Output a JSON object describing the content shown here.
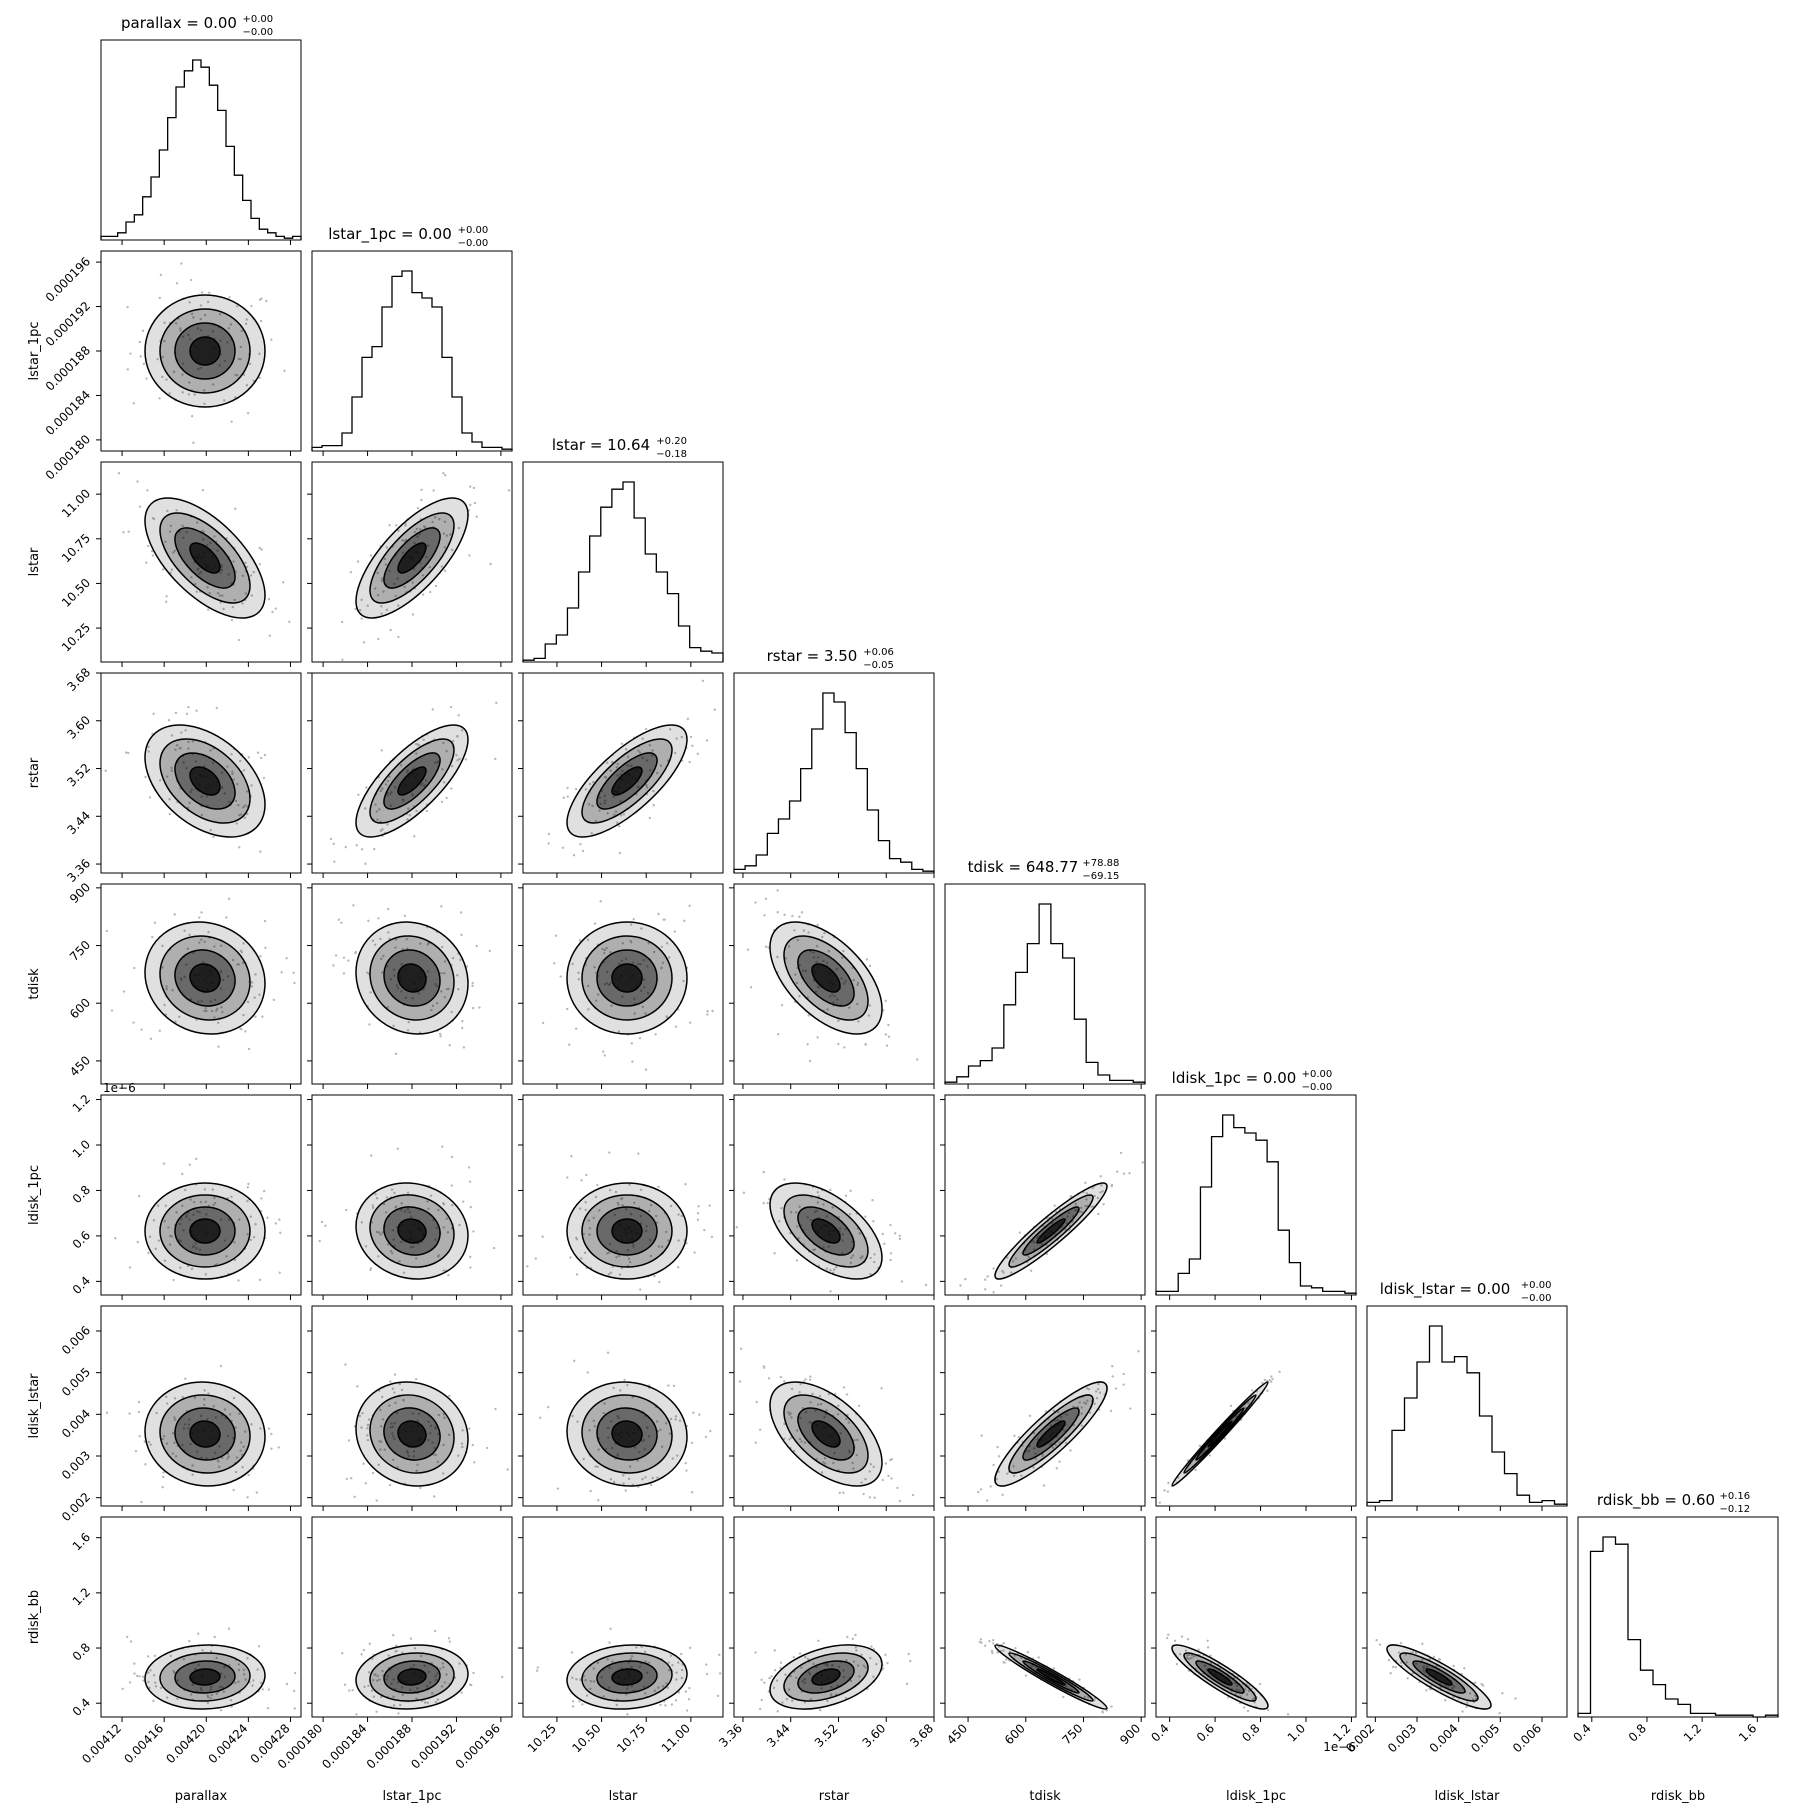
{
  "chart_data": {
    "type": "corner",
    "parameters": [
      "parallax",
      "lstar_1pc",
      "lstar",
      "rstar",
      "tdisk",
      "ldisk_1pc",
      "ldisk_lstar",
      "rdisk_bb"
    ],
    "titles": [
      {
        "name": "parallax",
        "value": "0.00",
        "plus": "+0.00",
        "minus": "−0.00"
      },
      {
        "name": "lstar_1pc",
        "value": "0.00",
        "plus": "+0.00",
        "minus": "−0.00"
      },
      {
        "name": "lstar",
        "value": "10.64",
        "plus": "+0.20",
        "minus": "−0.18"
      },
      {
        "name": "rstar",
        "value": "3.50",
        "plus": "+0.06",
        "minus": "−0.05"
      },
      {
        "name": "tdisk",
        "value": "648.77",
        "plus": "+78.88",
        "minus": "−69.15"
      },
      {
        "name": "ldisk_1pc",
        "value": "0.00",
        "plus": "+0.00",
        "minus": "−0.00"
      },
      {
        "name": "ldisk_lstar",
        "value": "0.00",
        "plus": "+0.00",
        "minus": "−0.00"
      },
      {
        "name": "rdisk_bb",
        "value": "0.60",
        "plus": "+0.16",
        "minus": "−0.12"
      }
    ],
    "axes": [
      {
        "name": "parallax",
        "lim": [
          0.0041,
          0.00429
        ],
        "ticks": [
          0.00412,
          0.00416,
          0.0042,
          0.00424,
          0.00428
        ],
        "tick_labels": [
          "0.00412",
          "0.00416",
          "0.00420",
          "0.00424",
          "0.00428"
        ],
        "offset": ""
      },
      {
        "name": "lstar_1pc",
        "lim": [
          0.000179,
          0.000197
        ],
        "ticks": [
          0.00018,
          0.000184,
          0.000188,
          0.000192,
          0.000196
        ],
        "tick_labels": [
          "0.000180",
          "0.000184",
          "0.000188",
          "0.000192",
          "0.000196"
        ],
        "offset": ""
      },
      {
        "name": "lstar",
        "lim": [
          10.06,
          11.18
        ],
        "ticks": [
          10.25,
          10.5,
          10.75,
          11.0
        ],
        "tick_labels": [
          "10.25",
          "10.50",
          "10.75",
          "11.00"
        ],
        "offset": ""
      },
      {
        "name": "rstar",
        "lim": [
          3.345,
          3.68
        ],
        "ticks": [
          3.36,
          3.44,
          3.52,
          3.6,
          3.68
        ],
        "tick_labels": [
          "3.36",
          "3.44",
          "3.52",
          "3.60",
          "3.68"
        ],
        "offset": ""
      },
      {
        "name": "tdisk",
        "lim": [
          390,
          910
        ],
        "ticks": [
          450,
          600,
          750,
          900
        ],
        "tick_labels": [
          "450",
          "600",
          "750",
          "900"
        ],
        "offset": ""
      },
      {
        "name": "ldisk_1pc",
        "lim": [
          0.34,
          1.22
        ],
        "ticks": [
          0.4,
          0.6,
          0.8,
          1.0,
          1.2
        ],
        "tick_labels": [
          "0.4",
          "0.6",
          "0.8",
          "1.0",
          "1.2"
        ],
        "offset": "1e−6"
      },
      {
        "name": "ldisk_lstar",
        "lim": [
          0.0018,
          0.0066
        ],
        "ticks": [
          0.002,
          0.003,
          0.004,
          0.005,
          0.006
        ],
        "tick_labels": [
          "0.002",
          "0.003",
          "0.004",
          "0.005",
          "0.006"
        ],
        "offset": ""
      },
      {
        "name": "rdisk_bb",
        "lim": [
          0.3,
          1.75
        ],
        "ticks": [
          0.4,
          0.8,
          1.2,
          1.6
        ],
        "tick_labels": [
          "0.4",
          "0.8",
          "1.2",
          "1.6"
        ],
        "offset": ""
      }
    ],
    "histograms": [
      [
        0.02,
        0.02,
        0.04,
        0.1,
        0.14,
        0.24,
        0.35,
        0.5,
        0.68,
        0.85,
        0.94,
        1.0,
        0.96,
        0.86,
        0.72,
        0.52,
        0.36,
        0.22,
        0.12,
        0.06,
        0.04,
        0.02,
        0.01,
        0.02
      ],
      [
        0.02,
        0.03,
        0.03,
        0.1,
        0.3,
        0.52,
        0.58,
        0.8,
        0.97,
        1.0,
        0.88,
        0.85,
        0.8,
        0.52,
        0.3,
        0.1,
        0.05,
        0.02,
        0.02,
        0.01
      ],
      [
        0.01,
        0.02,
        0.1,
        0.15,
        0.3,
        0.5,
        0.7,
        0.86,
        0.96,
        1.0,
        0.8,
        0.6,
        0.5,
        0.38,
        0.2,
        0.08,
        0.06,
        0.05
      ],
      [
        0.02,
        0.04,
        0.1,
        0.22,
        0.3,
        0.4,
        0.58,
        0.8,
        1.0,
        0.95,
        0.78,
        0.58,
        0.35,
        0.18,
        0.08,
        0.06,
        0.02,
        0.01
      ],
      [
        0.01,
        0.04,
        0.1,
        0.13,
        0.2,
        0.44,
        0.62,
        0.78,
        1.0,
        0.78,
        0.7,
        0.36,
        0.12,
        0.05,
        0.02,
        0.02,
        0.01
      ],
      [
        0.02,
        0.02,
        0.12,
        0.2,
        0.6,
        0.88,
        1.0,
        0.93,
        0.9,
        0.86,
        0.74,
        0.36,
        0.18,
        0.05,
        0.04,
        0.02,
        0.02,
        0.01
      ],
      [
        0.02,
        0.03,
        0.42,
        0.6,
        0.8,
        1.0,
        0.8,
        0.83,
        0.74,
        0.5,
        0.3,
        0.18,
        0.06,
        0.02,
        0.03,
        0.01
      ],
      [
        0.02,
        0.92,
        1.0,
        0.96,
        0.43,
        0.26,
        0.18,
        0.1,
        0.07,
        0.02,
        0.02,
        0.01,
        0.01,
        0.01,
        0.0,
        0.01
      ]
    ],
    "pair_correlations": [
      [
        1,
        0,
        -0.62,
        -0.42,
        -0.1,
        0.0,
        -0.05,
        0.05
      ],
      [
        0,
        1,
        0.72,
        0.74,
        -0.1,
        -0.1,
        -0.1,
        0.1
      ],
      [
        -0.62,
        0.72,
        1,
        0.74,
        0.0,
        0.0,
        -0.05,
        0.1
      ],
      [
        -0.42,
        0.74,
        0.74,
        1,
        -0.55,
        -0.55,
        -0.55,
        0.4
      ],
      [
        -0.1,
        -0.1,
        0.0,
        -0.55,
        1,
        0.93,
        0.88,
        -0.97
      ],
      [
        0.0,
        -0.1,
        0.0,
        -0.55,
        0.93,
        1,
        0.99,
        -0.9
      ],
      [
        -0.05,
        -0.1,
        -0.05,
        -0.55,
        0.88,
        0.99,
        1,
        -0.88
      ],
      [
        0.05,
        0.1,
        0.1,
        0.4,
        -0.97,
        -0.9,
        -0.88,
        1
      ]
    ],
    "mean_fraction": [
      0.52,
      0.5,
      0.52,
      0.46,
      0.53,
      0.32,
      0.36,
      0.2
    ],
    "spread_fraction": [
      0.15,
      0.14,
      0.15,
      0.14,
      0.14,
      0.12,
      0.13,
      0.08
    ],
    "contour_levels": [
      "0.5σ",
      "1σ",
      "1.5σ",
      "2σ"
    ],
    "colors": {
      "line": "#000000",
      "density": "#000000",
      "points": "#b8b8b8",
      "background": "#ffffff"
    }
  }
}
